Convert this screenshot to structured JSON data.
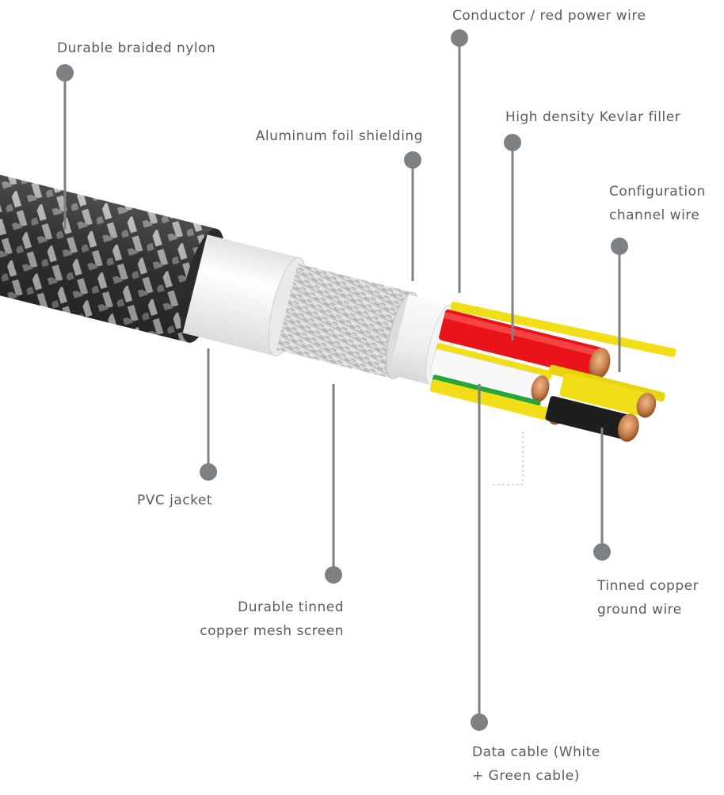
{
  "colors": {
    "label_text": "#5b5b5b",
    "callout": "#7e8184",
    "jacket_white": "#f1f1f1",
    "braid_dark": "#2a2a2a",
    "braid_light": "#d8d8d8",
    "mesh": "#d6d6d6",
    "red_wire": "#e8141a",
    "yellow_wire": "#f2de16",
    "white_wire": "#f6f6f6",
    "green_wire": "#25a53a",
    "black_wire": "#1e1e1e",
    "copper": "#c9824e"
  },
  "labels": {
    "braided_nylon": "Durable braided nylon",
    "aluminum_foil": "Aluminum foil shielding",
    "conductor": "Conductor / red power wire",
    "kevlar": "High density Kevlar filler",
    "config_line1": "Configuration",
    "config_line2": "channel wire",
    "pvc_jacket": "PVC jacket",
    "mesh_line1": "Durable tinned",
    "mesh_line2": "copper mesh screen",
    "ground_line1": "Tinned copper",
    "ground_line2": "ground wire",
    "data_line1": "Data cable (White",
    "data_line2": "+ Green cable)"
  }
}
